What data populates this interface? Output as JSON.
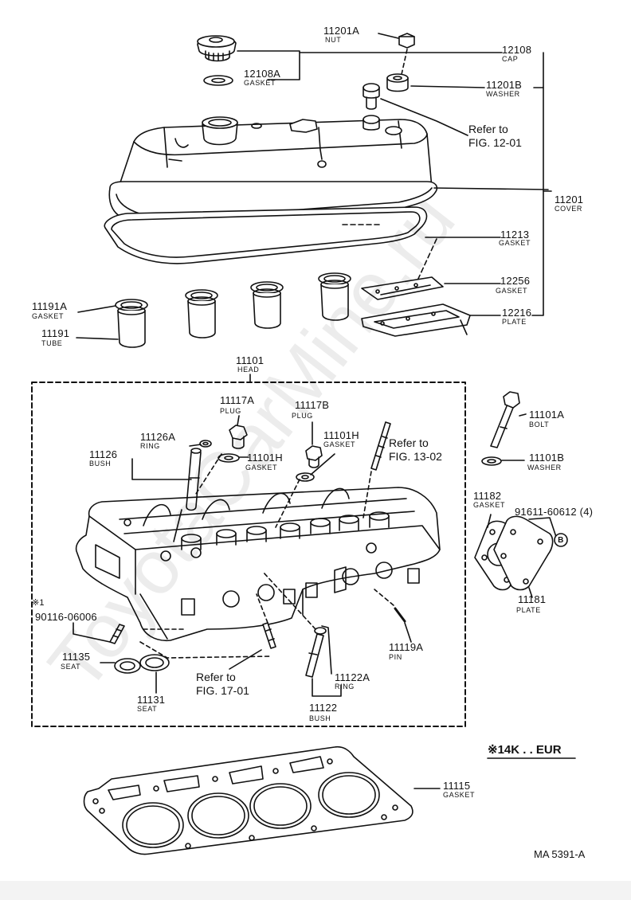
{
  "parts": {
    "p11201A": {
      "num": "11201A",
      "name": "NUT"
    },
    "p12108": {
      "num": "12108",
      "name": "CAP"
    },
    "p12108A": {
      "num": "12108A",
      "name": "GASKET"
    },
    "p11201B": {
      "num": "11201B",
      "name": "WASHER"
    },
    "p11201": {
      "num": "11201",
      "name": "COVER"
    },
    "p11213": {
      "num": "11213",
      "name": "GASKET"
    },
    "p12256": {
      "num": "12256",
      "name": "GASKET"
    },
    "p12216": {
      "num": "12216",
      "name": "PLATE"
    },
    "p11191A": {
      "num": "11191A",
      "name": "GASKET"
    },
    "p11191": {
      "num": "11191",
      "name": "TUBE"
    },
    "p11101": {
      "num": "11101",
      "name": "HEAD"
    },
    "p11117A": {
      "num": "11117A",
      "name": "PLUG"
    },
    "p11117B": {
      "num": "11117B",
      "name": "PLUG"
    },
    "p11126A": {
      "num": "11126A",
      "name": "RING"
    },
    "p11126": {
      "num": "11126",
      "name": "BUSH"
    },
    "p11101H1": {
      "num": "11101H",
      "name": "GASKET"
    },
    "p11101H2": {
      "num": "11101H",
      "name": "GASKET"
    },
    "p11101A": {
      "num": "11101A",
      "name": "BOLT"
    },
    "p11101B": {
      "num": "11101B",
      "name": "WASHER"
    },
    "p11182": {
      "num": "11182",
      "name": "GASKET"
    },
    "p91611": {
      "num": "91611-60612 (4)"
    },
    "p11181": {
      "num": "11181",
      "name": "PLATE"
    },
    "p90116": {
      "num": "90116-06006",
      "mark": "※1"
    },
    "p11135": {
      "num": "11135",
      "name": "SEAT"
    },
    "p11131": {
      "num": "11131",
      "name": "SEAT"
    },
    "p11119A": {
      "num": "11119A",
      "name": "PIN"
    },
    "p11122A": {
      "num": "11122A",
      "name": "RING"
    },
    "p11122": {
      "num": "11122",
      "name": "BUSH"
    },
    "p11115": {
      "num": "11115",
      "name": "GASKET"
    }
  },
  "refs": {
    "fig1201": "Refer to\nFIG. 12-01",
    "fig1302": "Refer to\nFIG. 13-02",
    "fig1701": "Refer to\nFIG. 17-01"
  },
  "markers": {
    "circle_b": "B"
  },
  "note": "※14K . . EUR",
  "diagram_code": "MA 5391-A",
  "watermark": "ToyotaCarMine.ru"
}
